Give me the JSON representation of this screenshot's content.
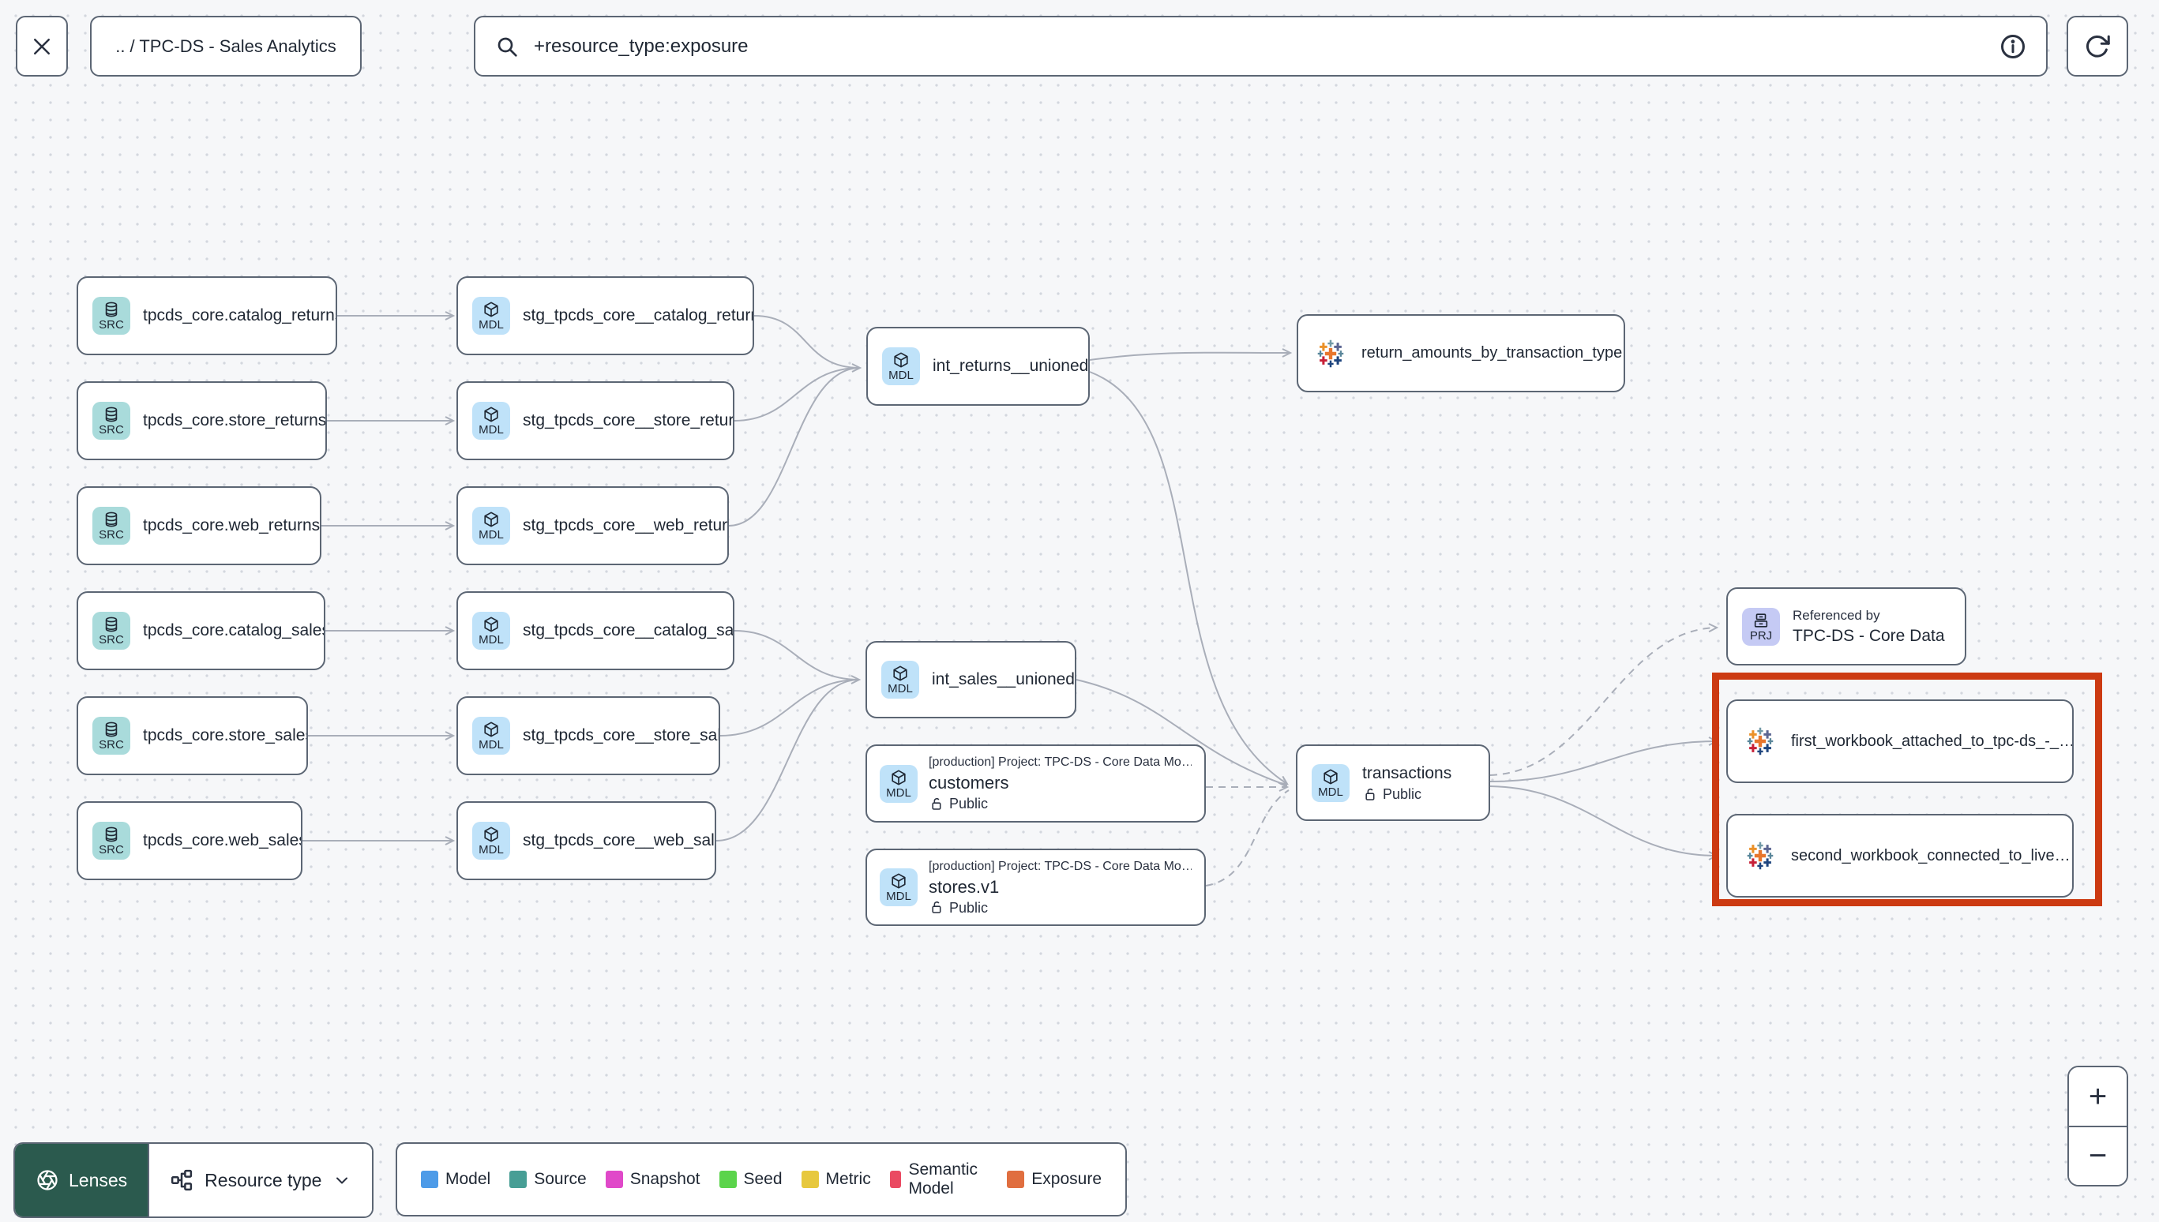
{
  "topbar": {
    "breadcrumb": ".. / TPC-DS - Sales Analytics",
    "search": {
      "value": "+resource_type:exposure"
    }
  },
  "graph": {
    "badges": {
      "source": "SRC",
      "model": "MDL",
      "project": "PRJ"
    },
    "sources": [
      "tpcds_core.catalog_returns",
      "tpcds_core.store_returns",
      "tpcds_core.web_returns",
      "tpcds_core.catalog_sales",
      "tpcds_core.store_sales",
      "tpcds_core.web_sales"
    ],
    "staging": [
      "stg_tpcds_core__catalog_returns",
      "stg_tpcds_core__store_returns",
      "stg_tpcds_core__web_returns",
      "stg_tpcds_core__catalog_sales",
      "stg_tpcds_core__store_sales",
      "stg_tpcds_core__web_sales"
    ],
    "int_returns": {
      "name": "int_returns__unioned"
    },
    "int_sales": {
      "name": "int_sales__unioned"
    },
    "customers": {
      "project": "[production] Project: TPC-DS - Core Data Mo…",
      "name": "customers",
      "access": "Public"
    },
    "stores": {
      "project": "[production] Project: TPC-DS - Core Data Mo…",
      "name": "stores.v1",
      "access": "Public"
    },
    "transactions": {
      "name": "transactions",
      "access": "Public"
    },
    "exposure_returns": {
      "name": "return_amounts_by_transaction_type"
    },
    "referenced_by": {
      "label": "Referenced by",
      "name": "TPC-DS - Core Data Models"
    },
    "workbook_first": {
      "name": "first_workbook_attached_to_tpc-ds_-_…"
    },
    "workbook_second": {
      "name": "second_workbook_connected_to_live…"
    },
    "highlight_color": "#CC3A12"
  },
  "bottombar": {
    "lenses": "Lenses",
    "resource_type": "Resource type",
    "legend": [
      {
        "label": "Model",
        "color": "#4D9BE8"
      },
      {
        "label": "Source",
        "color": "#479E95"
      },
      {
        "label": "Snapshot",
        "color": "#E049C9"
      },
      {
        "label": "Seed",
        "color": "#5BD44B"
      },
      {
        "label": "Metric",
        "color": "#E7C83D"
      },
      {
        "label": "Semantic Model",
        "color": "#EA4A62"
      },
      {
        "label": "Exposure",
        "color": "#E06E3F"
      }
    ]
  },
  "zoom_controls": {
    "zoom_in": "+",
    "zoom_out": "−"
  }
}
